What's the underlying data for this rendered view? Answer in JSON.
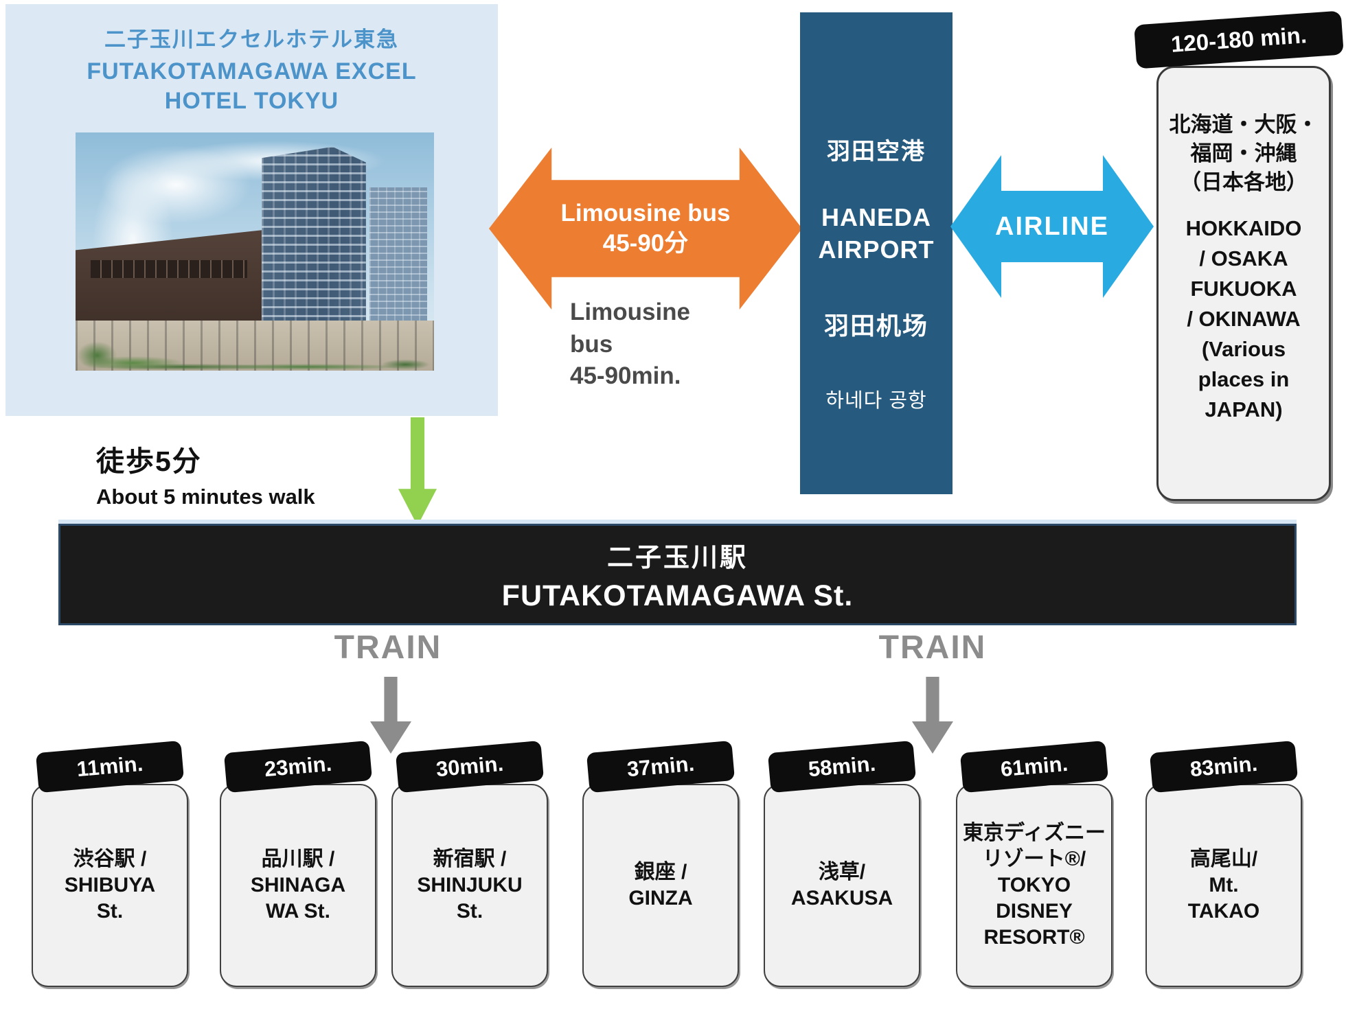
{
  "hotel": {
    "title_ja": "二子玉川エクセルホテル東急",
    "title_en_lines": [
      "FUTAKOTAMAGAWA EXCEL",
      "HOTEL TOKYU"
    ]
  },
  "limousine": {
    "arrow_lines": [
      "Limousine bus",
      "45-90分"
    ],
    "caption_lines": [
      "Limousine",
      "bus",
      "45-90min."
    ]
  },
  "airport": {
    "ja": "羽田空港",
    "en_lines": [
      "HANEDA",
      "AIRPORT"
    ],
    "zh": "羽田机场",
    "ko": "하네다 공항"
  },
  "airline": {
    "label": "AIRLINE"
  },
  "air_destinations": {
    "badge": "120-180 min.",
    "ja_lines": [
      "北海道・大阪・",
      "福岡・沖縄",
      "（日本各地）"
    ],
    "en_lines": [
      "HOKKAIDO",
      "/ OSAKA",
      "FUKUOKA",
      "/ OKINAWA",
      "(Various",
      "places in",
      "JAPAN)"
    ]
  },
  "walk": {
    "ja": "徒歩5分",
    "en": "About 5 minutes walk"
  },
  "station": {
    "ja": "二子玉川駅",
    "en": "FUTAKOTAMAGAWA St."
  },
  "train_label": "TRAIN",
  "train_destinations": [
    {
      "time": "11min.",
      "lines": [
        "渋谷駅 /",
        "SHIBUYA",
        "St."
      ]
    },
    {
      "time": "23min.",
      "lines": [
        "品川駅 /",
        "SHINAGA",
        "WA St."
      ]
    },
    {
      "time": "30min.",
      "lines": [
        "新宿駅 /",
        "SHINJUKU",
        "St."
      ]
    },
    {
      "time": "37min.",
      "lines": [
        "銀座 /",
        "GINZA"
      ]
    },
    {
      "time": "58min.",
      "lines": [
        "浅草/",
        "ASAKUSA"
      ]
    },
    {
      "time": "61min.",
      "lines": [
        "東京ディズニー",
        "リゾート®/",
        "TOKYO",
        "DISNEY",
        "RESORT®"
      ]
    },
    {
      "time": "83min.",
      "lines": [
        "高尾山/",
        "Mt.",
        "TAKAO"
      ]
    }
  ],
  "colors": {
    "panel_blue": "#dce9f5",
    "title_blue": "#4b93c9",
    "orange": "#ed7d31",
    "navy": "#265a7e",
    "sky_blue": "#29abe2",
    "green": "#92d050",
    "badge_black": "#0d0d0d",
    "bar_black": "#1b1b1b",
    "gray": "#8c8c8c",
    "card_bg": "#f1f1f1"
  }
}
